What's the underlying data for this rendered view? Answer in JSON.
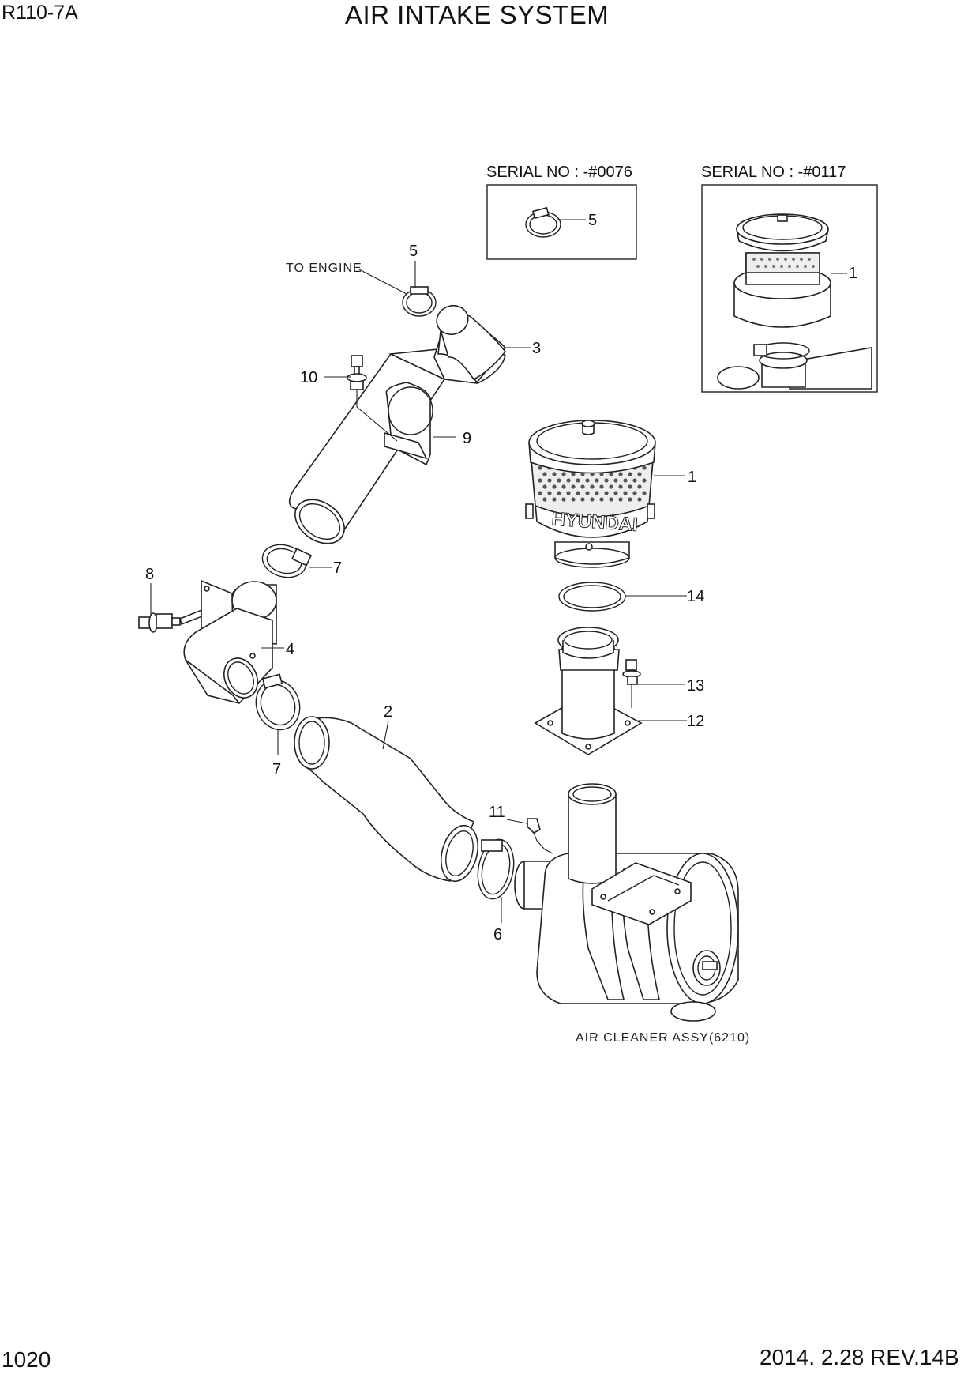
{
  "header": {
    "model": "R110-7A",
    "title": "AIR INTAKE SYSTEM"
  },
  "footer": {
    "page_number": "1020",
    "revision": "2014. 2.28  REV.14B"
  },
  "insets": [
    {
      "serial": "SERIAL NO : -#0076",
      "callout": "5"
    },
    {
      "serial": "SERIAL NO : -#0117",
      "callout": "1"
    }
  ],
  "notes": {
    "to_engine": "TO ENGINE",
    "air_cleaner": "AIR CLEANER ASSY(6210)",
    "brand": "HYUNDAI"
  },
  "callouts": {
    "c1": "1",
    "c2": "2",
    "c3": "3",
    "c4": "4",
    "c5": "5",
    "c6": "6",
    "c7a": "7",
    "c7b": "7",
    "c8": "8",
    "c9": "9",
    "c10": "10",
    "c11": "11",
    "c12": "12",
    "c13": "13",
    "c14": "14"
  }
}
